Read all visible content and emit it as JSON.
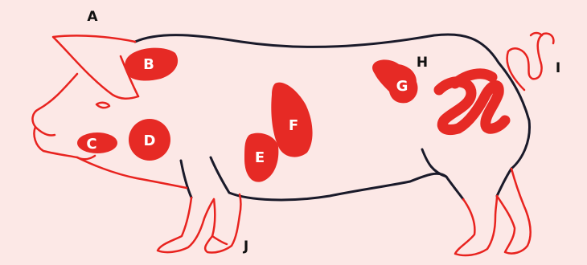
{
  "colors": {
    "background": "#fce8e6",
    "outline_red": "#e8231f",
    "outline_dark": "#1a1a2a",
    "region_fill": "#e62a25",
    "label_in": "#ffffff",
    "label_out": "#111111"
  },
  "labels": {
    "A": "A",
    "B": "B",
    "C": "C",
    "D": "D",
    "E": "E",
    "F": "F",
    "G": "G",
    "H": "H",
    "I": "I",
    "J": "J"
  }
}
